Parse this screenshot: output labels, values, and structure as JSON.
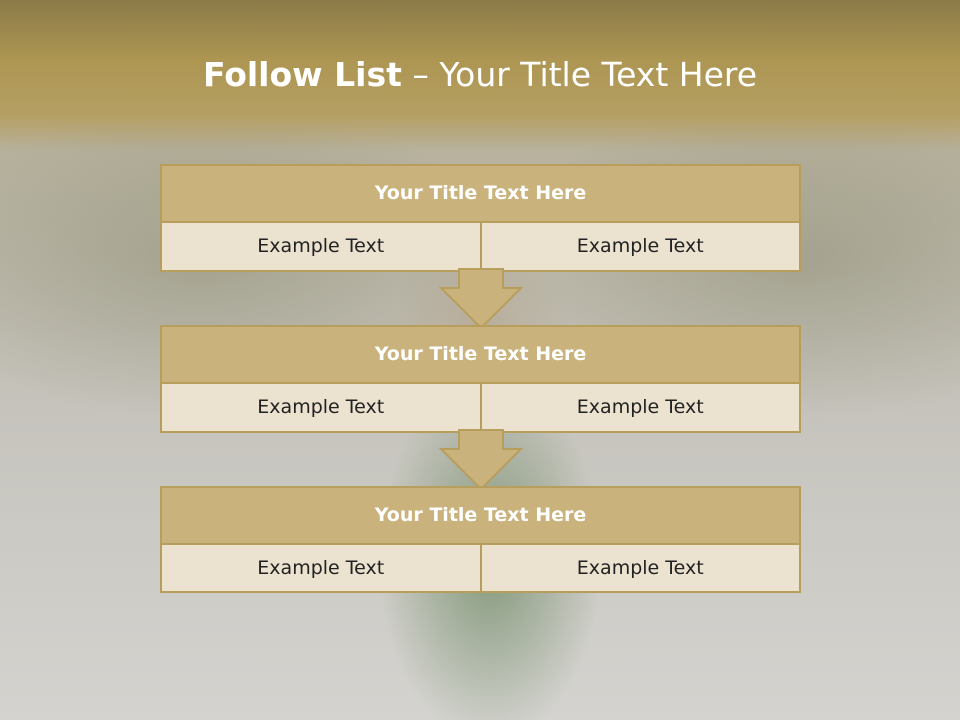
{
  "slide": {
    "title_bold": "Follow List",
    "title_rest": " – Your Title Text Here"
  },
  "steps": [
    {
      "title": "Your Title Text Here",
      "cells": [
        "Example Text",
        "Example Text"
      ]
    },
    {
      "title": "Your Title Text Here",
      "cells": [
        "Example Text",
        "Example Text"
      ]
    },
    {
      "title": "Your Title Text Here",
      "cells": [
        "Example Text",
        "Example Text"
      ]
    }
  ],
  "colors": {
    "header_band": "#ad9652",
    "block_title": "#c9b27c",
    "block_body": "#ebe2d0",
    "border": "#b89e5c",
    "arrow": "#c9b27c"
  }
}
